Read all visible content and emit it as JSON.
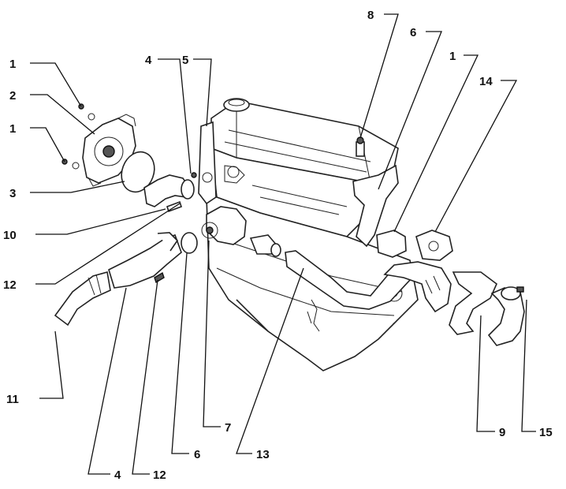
{
  "callouts": {
    "c1a": "1",
    "c2": "2",
    "c1b": "1",
    "c3": "3",
    "c10": "10",
    "c12a": "12",
    "c11": "11",
    "c4a": "4",
    "c5": "5",
    "c8": "8",
    "c6a": "6",
    "c1c": "1",
    "c14": "14",
    "c7": "7",
    "c13": "13",
    "c6b": "6",
    "c4b": "4",
    "c12b": "12",
    "c9": "9",
    "c15": "15"
  },
  "colors": {
    "ink": "#111111",
    "background": "#ffffff"
  }
}
